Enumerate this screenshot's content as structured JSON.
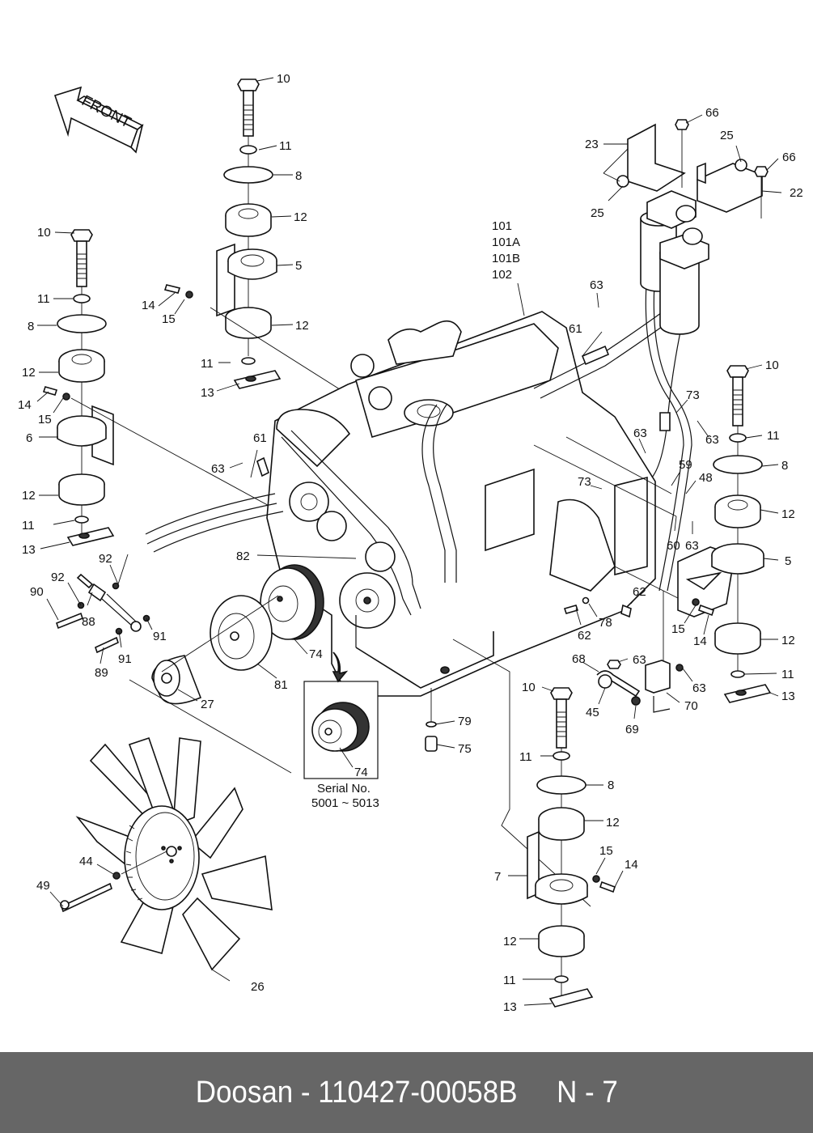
{
  "diagram": {
    "title": "Engine mounting exploded parts diagram",
    "orientation_arrow": {
      "label": "FRONT",
      "icon": "front-direction-arrow"
    },
    "inset": {
      "part_number": "74",
      "caption_line1": "Serial No.",
      "caption_line2": "5001 ~ 5013"
    },
    "engine_group_labels": [
      "101",
      "101A",
      "101B",
      "102"
    ],
    "callouts": [
      {
        "id": "c1",
        "label": "10"
      },
      {
        "id": "c2",
        "label": "11"
      },
      {
        "id": "c3",
        "label": "8"
      },
      {
        "id": "c4",
        "label": "12"
      },
      {
        "id": "c5",
        "label": "5"
      },
      {
        "id": "c6",
        "label": "14"
      },
      {
        "id": "c7",
        "label": "15"
      },
      {
        "id": "c8",
        "label": "12"
      },
      {
        "id": "c9",
        "label": "11"
      },
      {
        "id": "c10",
        "label": "13"
      },
      {
        "id": "c11",
        "label": "10"
      },
      {
        "id": "c12",
        "label": "11"
      },
      {
        "id": "c13",
        "label": "8"
      },
      {
        "id": "c14",
        "label": "12"
      },
      {
        "id": "c15",
        "label": "14"
      },
      {
        "id": "c16",
        "label": "15"
      },
      {
        "id": "c17",
        "label": "6"
      },
      {
        "id": "c18",
        "label": "12"
      },
      {
        "id": "c19",
        "label": "11"
      },
      {
        "id": "c20",
        "label": "13"
      },
      {
        "id": "c21",
        "label": "92"
      },
      {
        "id": "c22",
        "label": "92"
      },
      {
        "id": "c23",
        "label": "90"
      },
      {
        "id": "c24",
        "label": "88"
      },
      {
        "id": "c25",
        "label": "91"
      },
      {
        "id": "c26",
        "label": "91"
      },
      {
        "id": "c27",
        "label": "89"
      },
      {
        "id": "c28",
        "label": "61"
      },
      {
        "id": "c29",
        "label": "63"
      },
      {
        "id": "c30",
        "label": "82"
      },
      {
        "id": "c31",
        "label": "74"
      },
      {
        "id": "c32",
        "label": "81"
      },
      {
        "id": "c33",
        "label": "27"
      },
      {
        "id": "c34",
        "label": "44"
      },
      {
        "id": "c35",
        "label": "49"
      },
      {
        "id": "c36",
        "label": "26"
      },
      {
        "id": "c37",
        "label": "79"
      },
      {
        "id": "c38",
        "label": "75"
      },
      {
        "id": "c39",
        "label": "66"
      },
      {
        "id": "c40",
        "label": "23"
      },
      {
        "id": "c41",
        "label": "25"
      },
      {
        "id": "c42",
        "label": "25"
      },
      {
        "id": "c43",
        "label": "66"
      },
      {
        "id": "c44",
        "label": "22"
      },
      {
        "id": "c45",
        "label": "63"
      },
      {
        "id": "c46",
        "label": "61"
      },
      {
        "id": "c47",
        "label": "73"
      },
      {
        "id": "c48",
        "label": "63"
      },
      {
        "id": "c49",
        "label": "63"
      },
      {
        "id": "c50",
        "label": "59"
      },
      {
        "id": "c51",
        "label": "48"
      },
      {
        "id": "c52",
        "label": "73"
      },
      {
        "id": "c53",
        "label": "60"
      },
      {
        "id": "c54",
        "label": "63"
      },
      {
        "id": "c55",
        "label": "62"
      },
      {
        "id": "c56",
        "label": "62"
      },
      {
        "id": "c57",
        "label": "78"
      },
      {
        "id": "c58",
        "label": "10"
      },
      {
        "id": "c59",
        "label": "11"
      },
      {
        "id": "c60",
        "label": "8"
      },
      {
        "id": "c61",
        "label": "12"
      },
      {
        "id": "c62",
        "label": "5"
      },
      {
        "id": "c63",
        "label": "15"
      },
      {
        "id": "c64",
        "label": "14"
      },
      {
        "id": "c65",
        "label": "12"
      },
      {
        "id": "c66",
        "label": "11"
      },
      {
        "id": "c67",
        "label": "13"
      },
      {
        "id": "c68",
        "label": "68"
      },
      {
        "id": "c69",
        "label": "63"
      },
      {
        "id": "c70",
        "label": "63"
      },
      {
        "id": "c71",
        "label": "45"
      },
      {
        "id": "c72",
        "label": "69"
      },
      {
        "id": "c73",
        "label": "70"
      },
      {
        "id": "c74",
        "label": "10"
      },
      {
        "id": "c75",
        "label": "11"
      },
      {
        "id": "c76",
        "label": "8"
      },
      {
        "id": "c77",
        "label": "12"
      },
      {
        "id": "c78",
        "label": "15"
      },
      {
        "id": "c79",
        "label": "14"
      },
      {
        "id": "c80",
        "label": "7"
      },
      {
        "id": "c81",
        "label": "12"
      },
      {
        "id": "c82",
        "label": "11"
      },
      {
        "id": "c83",
        "label": "13"
      }
    ]
  },
  "footer": {
    "text": "Doosan - 110427-00058B     N - 7",
    "background_color": "#666666",
    "text_color": "#ffffff"
  }
}
